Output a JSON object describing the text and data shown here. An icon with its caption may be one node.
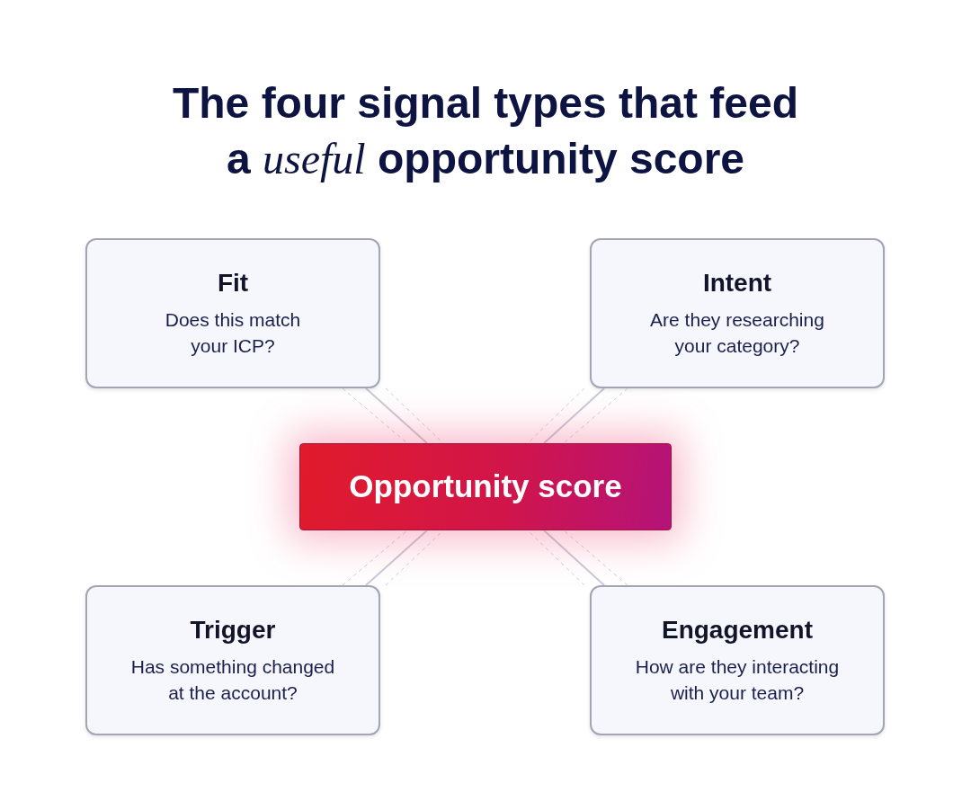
{
  "diagram": {
    "title": "The four signal types that feed a *useful* opportunity score",
    "nodes": [
      {
        "text": [
          "Fit",
          "Does this match your ICP?"
        ]
      },
      {
        "text": [
          "Intent",
          "Are they researching your category?"
        ]
      },
      {
        "text": [
          "Opportunity score"
        ]
      },
      {
        "text": [
          "Trigger",
          "Has something changed at the account?"
        ]
      },
      {
        "text": [
          "Engagement",
          "How are they interacting with your team?"
        ]
      }
    ],
    "edges": [
      {
        "from": 0,
        "to": 2,
        "arrow": "none"
      },
      {
        "from": 0,
        "to": 2,
        "arrow": "none",
        "style": "dashed"
      },
      {
        "from": 0,
        "to": 2,
        "arrow": "none",
        "style": "dashed"
      },
      {
        "from": 1,
        "to": 2,
        "arrow": "none"
      },
      {
        "from": 1,
        "to": 2,
        "arrow": "none",
        "style": "dashed"
      },
      {
        "from": 1,
        "to": 2,
        "arrow": "none",
        "style": "dashed"
      },
      {
        "from": 3,
        "to": 2,
        "arrow": "none"
      },
      {
        "from": 3,
        "to": 2,
        "arrow": "none",
        "style": "dashed"
      },
      {
        "from": 3,
        "to": 2,
        "arrow": "none",
        "style": "dashed"
      },
      {
        "from": 4,
        "to": 2,
        "arrow": "none"
      },
      {
        "from": 4,
        "to": 2,
        "arrow": "none",
        "style": "dashed"
      },
      {
        "from": 4,
        "to": 2,
        "arrow": "none",
        "style": "dashed"
      }
    ]
  }
}
